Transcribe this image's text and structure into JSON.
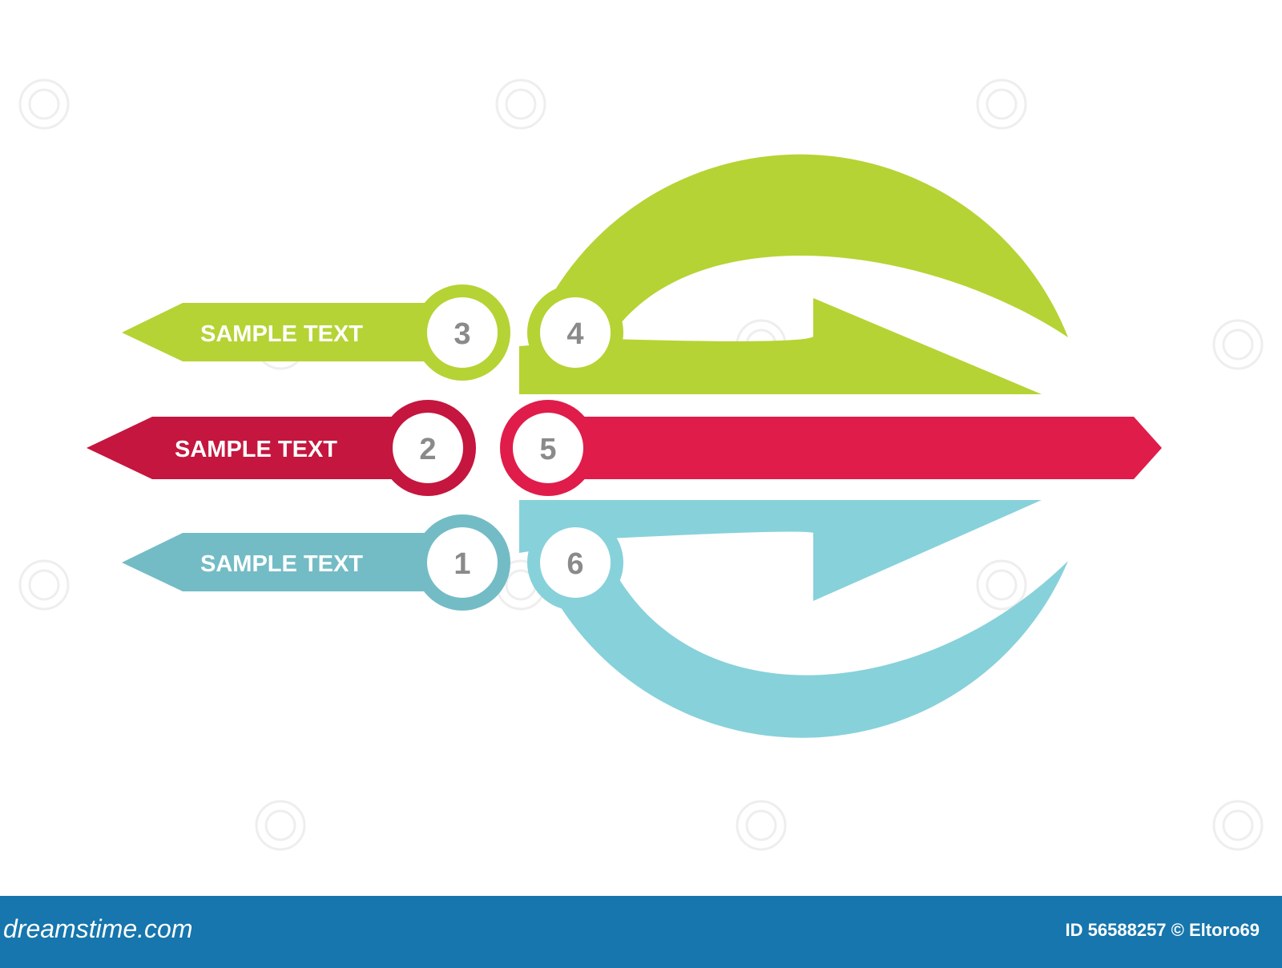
{
  "colors": {
    "green": "#b5d334",
    "red": "#e01c4a",
    "blue": "#87d1da",
    "blue_dark": "#73bcc6",
    "footer": "#1676ad",
    "number": "#8a8a8a"
  },
  "rows": [
    {
      "label": "SAMPLE TEXT",
      "left_number": "3",
      "right_number": "4",
      "color": "green"
    },
    {
      "label": "SAMPLE TEXT",
      "left_number": "2",
      "right_number": "5",
      "color": "red"
    },
    {
      "label": "SAMPLE TEXT",
      "left_number": "1",
      "right_number": "6",
      "color": "blue"
    }
  ],
  "footer": {
    "site": "dreamstime.com",
    "credit": "ID 56588257 © Eltoro69"
  }
}
